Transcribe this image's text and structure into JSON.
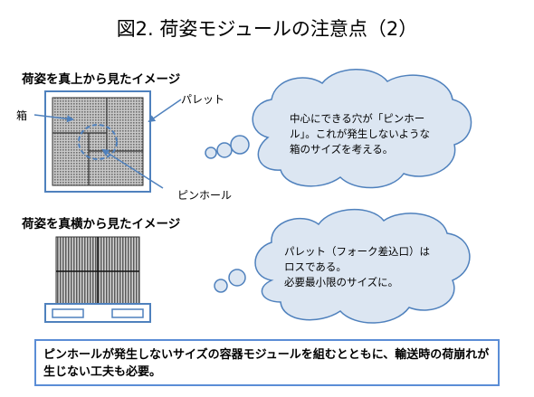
{
  "title": "図2. 荷姿モジュールの注意点（2）",
  "top_view": {
    "heading": "荷姿を真上から見たイメージ",
    "label_pallet": "パレット",
    "label_box": "箱",
    "label_pinhole": "ピンホール"
  },
  "side_view": {
    "heading": "荷姿を真横から見たイメージ"
  },
  "cloud_top": {
    "lines": [
      "中心にできる穴が「ピンホー",
      "ル」。これが発生しないような",
      "箱のサイズを考える。"
    ]
  },
  "cloud_bottom": {
    "lines": [
      "パレット（フォーク差込口）は",
      "ロスである。",
      "必要最小限のサイズに。"
    ]
  },
  "note": {
    "text": "ピンホールが発生しないサイズの容器モジュールを組むとともに、輸送時の荷崩れが生じない工夫も必要。"
  },
  "colors": {
    "accent_blue": "#4f81bd",
    "cloud_fill": "#dce6f2",
    "note_border": "#5b8dd6"
  }
}
